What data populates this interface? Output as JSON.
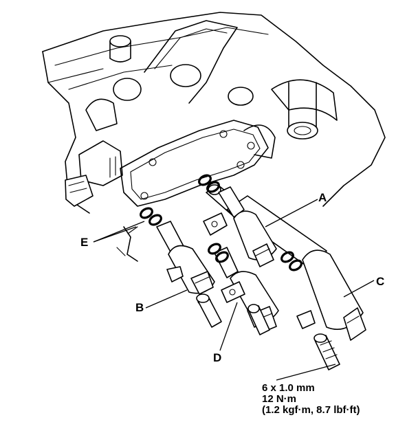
{
  "callouts": {
    "a": "A",
    "b": "B",
    "c": "C",
    "d": "D",
    "e": "E"
  },
  "spec": {
    "bolt_size": "6 x 1.0 mm",
    "torque_nm": "12 N·m",
    "torque_alt": "(1.2 kgf·m, 8.7 lbf·ft)"
  }
}
